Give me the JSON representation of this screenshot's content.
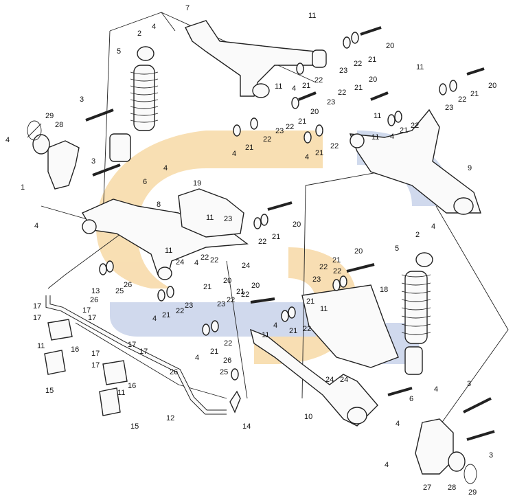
{
  "watermark": {
    "colors": {
      "orange": "#f7d9a6",
      "blue": "#c8d3ea"
    }
  },
  "callouts": [
    {
      "id": "c1",
      "text": "1"
    },
    {
      "id": "c2a",
      "text": "2"
    },
    {
      "id": "c2b",
      "text": "2"
    },
    {
      "id": "c3a",
      "text": "3"
    },
    {
      "id": "c3b",
      "text": "3"
    },
    {
      "id": "c3c",
      "text": "3"
    },
    {
      "id": "c3d",
      "text": "3"
    },
    {
      "id": "c4a",
      "text": "4"
    },
    {
      "id": "c4b",
      "text": "4"
    },
    {
      "id": "c4c",
      "text": "4"
    },
    {
      "id": "c4d",
      "text": "4"
    },
    {
      "id": "c4e",
      "text": "4"
    },
    {
      "id": "c4f",
      "text": "4"
    },
    {
      "id": "c4g",
      "text": "4"
    },
    {
      "id": "c4h",
      "text": "4"
    },
    {
      "id": "c4i",
      "text": "4"
    },
    {
      "id": "c4j",
      "text": "4"
    },
    {
      "id": "c4k",
      "text": "4"
    },
    {
      "id": "c4l",
      "text": "4"
    },
    {
      "id": "c4m",
      "text": "4"
    },
    {
      "id": "c4n",
      "text": "4"
    },
    {
      "id": "c4o",
      "text": "4"
    },
    {
      "id": "c4p",
      "text": "4"
    },
    {
      "id": "c5a",
      "text": "5"
    },
    {
      "id": "c5b",
      "text": "5"
    },
    {
      "id": "c6a",
      "text": "6"
    },
    {
      "id": "c6b",
      "text": "6"
    },
    {
      "id": "c7",
      "text": "7"
    },
    {
      "id": "c8",
      "text": "8"
    },
    {
      "id": "c9",
      "text": "9"
    },
    {
      "id": "c10",
      "text": "10"
    },
    {
      "id": "c11a",
      "text": "11"
    },
    {
      "id": "c11b",
      "text": "11"
    },
    {
      "id": "c11c",
      "text": "11"
    },
    {
      "id": "c11d",
      "text": "11"
    },
    {
      "id": "c11e",
      "text": "11"
    },
    {
      "id": "c11f",
      "text": "11"
    },
    {
      "id": "c11g",
      "text": "11"
    },
    {
      "id": "c11h",
      "text": "11"
    },
    {
      "id": "c11i",
      "text": "11"
    },
    {
      "id": "c11j",
      "text": "11"
    },
    {
      "id": "c11k",
      "text": "11"
    },
    {
      "id": "c12",
      "text": "12"
    },
    {
      "id": "c13",
      "text": "13"
    },
    {
      "id": "c14",
      "text": "14"
    },
    {
      "id": "c15a",
      "text": "15"
    },
    {
      "id": "c15b",
      "text": "15"
    },
    {
      "id": "c16a",
      "text": "16"
    },
    {
      "id": "c16b",
      "text": "16"
    },
    {
      "id": "c17a",
      "text": "17"
    },
    {
      "id": "c17b",
      "text": "17"
    },
    {
      "id": "c17c",
      "text": "17"
    },
    {
      "id": "c17d",
      "text": "17"
    },
    {
      "id": "c17e",
      "text": "17"
    },
    {
      "id": "c17f",
      "text": "17"
    },
    {
      "id": "c17g",
      "text": "17"
    },
    {
      "id": "c17h",
      "text": "17"
    },
    {
      "id": "c18",
      "text": "18"
    },
    {
      "id": "c19",
      "text": "19"
    },
    {
      "id": "c20a",
      "text": "20"
    },
    {
      "id": "c20b",
      "text": "20"
    },
    {
      "id": "c20c",
      "text": "20"
    },
    {
      "id": "c20d",
      "text": "20"
    },
    {
      "id": "c20e",
      "text": "20"
    },
    {
      "id": "c20f",
      "text": "20"
    },
    {
      "id": "c20g",
      "text": "20"
    },
    {
      "id": "c20h",
      "text": "20"
    },
    {
      "id": "c21a",
      "text": "21"
    },
    {
      "id": "c21b",
      "text": "21"
    },
    {
      "id": "c21c",
      "text": "21"
    },
    {
      "id": "c21d",
      "text": "21"
    },
    {
      "id": "c21e",
      "text": "21"
    },
    {
      "id": "c21f",
      "text": "21"
    },
    {
      "id": "c21g",
      "text": "21"
    },
    {
      "id": "c21h",
      "text": "21"
    },
    {
      "id": "c21i",
      "text": "21"
    },
    {
      "id": "c21j",
      "text": "21"
    },
    {
      "id": "c21k",
      "text": "21"
    },
    {
      "id": "c21l",
      "text": "21"
    },
    {
      "id": "c21m",
      "text": "21"
    },
    {
      "id": "c21n",
      "text": "21"
    },
    {
      "id": "c21o",
      "text": "21"
    },
    {
      "id": "c21p",
      "text": "21"
    },
    {
      "id": "c22a",
      "text": "22"
    },
    {
      "id": "c22b",
      "text": "22"
    },
    {
      "id": "c22c",
      "text": "22"
    },
    {
      "id": "c22d",
      "text": "22"
    },
    {
      "id": "c22e",
      "text": "22"
    },
    {
      "id": "c22f",
      "text": "22"
    },
    {
      "id": "c22g",
      "text": "22"
    },
    {
      "id": "c22h",
      "text": "22"
    },
    {
      "id": "c22i",
      "text": "22"
    },
    {
      "id": "c22j",
      "text": "22"
    },
    {
      "id": "c22k",
      "text": "22"
    },
    {
      "id": "c22l",
      "text": "22"
    },
    {
      "id": "c22m",
      "text": "22"
    },
    {
      "id": "c22n",
      "text": "22"
    },
    {
      "id": "c22o",
      "text": "22"
    },
    {
      "id": "c22p",
      "text": "22"
    },
    {
      "id": "c22q",
      "text": "22"
    },
    {
      "id": "c22r",
      "text": "22"
    },
    {
      "id": "c23a",
      "text": "23"
    },
    {
      "id": "c23b",
      "text": "23"
    },
    {
      "id": "c23c",
      "text": "23"
    },
    {
      "id": "c23d",
      "text": "23"
    },
    {
      "id": "c23e",
      "text": "23"
    },
    {
      "id": "c23f",
      "text": "23"
    },
    {
      "id": "c23g",
      "text": "23"
    },
    {
      "id": "c23h",
      "text": "23"
    },
    {
      "id": "c24a",
      "text": "24"
    },
    {
      "id": "c24b",
      "text": "24"
    },
    {
      "id": "c24c",
      "text": "24"
    },
    {
      "id": "c24d",
      "text": "24"
    },
    {
      "id": "c25a",
      "text": "25"
    },
    {
      "id": "c25b",
      "text": "25"
    },
    {
      "id": "c26a",
      "text": "26"
    },
    {
      "id": "c26b",
      "text": "26"
    },
    {
      "id": "c26c",
      "text": "26"
    },
    {
      "id": "c26d",
      "text": "26"
    },
    {
      "id": "c27",
      "text": "27"
    },
    {
      "id": "c28a",
      "text": "28"
    },
    {
      "id": "c28b",
      "text": "28"
    },
    {
      "id": "c29a",
      "text": "29"
    },
    {
      "id": "c29b",
      "text": "29"
    }
  ]
}
